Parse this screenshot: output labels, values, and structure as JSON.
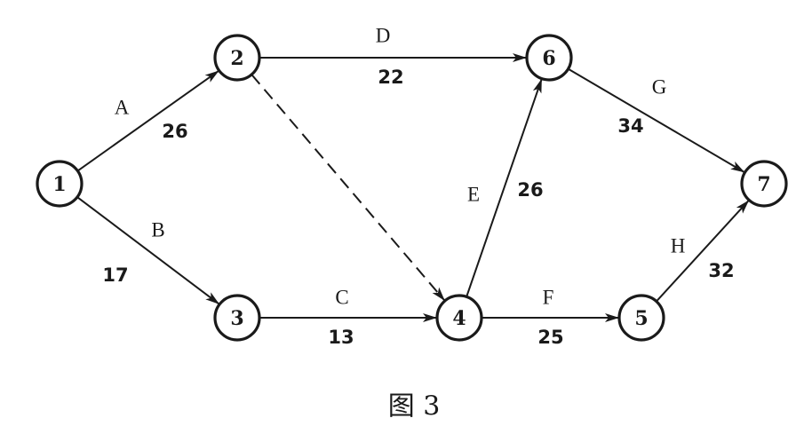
{
  "diagram": {
    "caption": "图 3",
    "nodes": [
      {
        "id": "1",
        "label": "1"
      },
      {
        "id": "2",
        "label": "2"
      },
      {
        "id": "3",
        "label": "3"
      },
      {
        "id": "4",
        "label": "4"
      },
      {
        "id": "5",
        "label": "5"
      },
      {
        "id": "6",
        "label": "6"
      },
      {
        "id": "7",
        "label": "7"
      }
    ],
    "activities": [
      {
        "from": "1",
        "to": "2",
        "name": "A",
        "duration": "26",
        "dummy": false
      },
      {
        "from": "1",
        "to": "3",
        "name": "B",
        "duration": "17",
        "dummy": false
      },
      {
        "from": "3",
        "to": "4",
        "name": "C",
        "duration": "13",
        "dummy": false
      },
      {
        "from": "2",
        "to": "6",
        "name": "D",
        "duration": "22",
        "dummy": false
      },
      {
        "from": "4",
        "to": "6",
        "name": "E",
        "duration": "26",
        "dummy": false
      },
      {
        "from": "4",
        "to": "5",
        "name": "F",
        "duration": "25",
        "dummy": false
      },
      {
        "from": "6",
        "to": "7",
        "name": "G",
        "duration": "34",
        "dummy": false
      },
      {
        "from": "5",
        "to": "7",
        "name": "H",
        "duration": "32",
        "dummy": false
      },
      {
        "from": "2",
        "to": "4",
        "name": "",
        "duration": "",
        "dummy": true
      }
    ]
  }
}
